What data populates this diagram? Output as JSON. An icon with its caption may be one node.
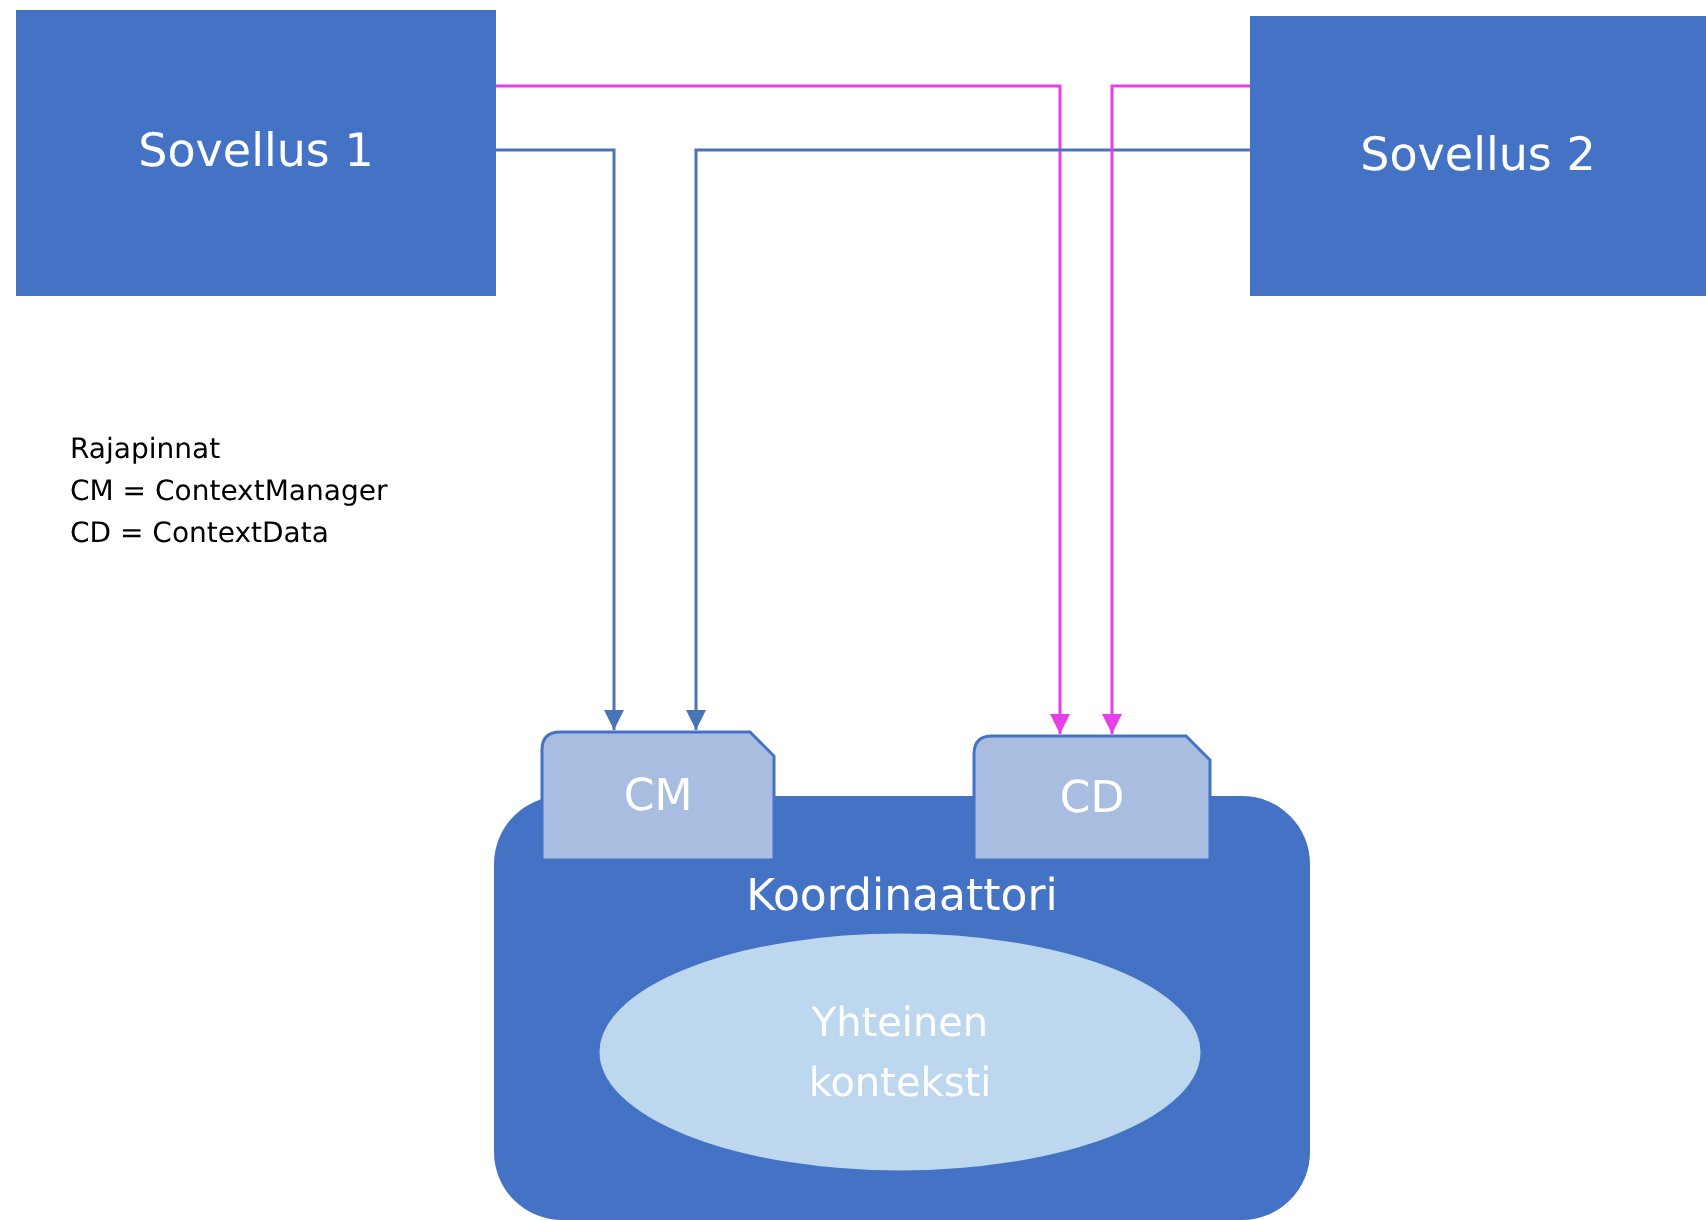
{
  "diagram": {
    "nodes": [
      {
        "text": [
          "Sovellus 1"
        ]
      },
      {
        "text": [
          "Sovellus 2"
        ]
      },
      {
        "text": [
          "CM"
        ]
      },
      {
        "text": [
          "CD"
        ]
      },
      {
        "text": [
          "Koordinaattori"
        ]
      },
      {
        "text": [
          "Yhteinen konteksti"
        ],
        "in": 4
      }
    ],
    "edges": [
      {
        "from": 0,
        "to": 3,
        "arrow": "to",
        "color": "#e83ee8"
      },
      {
        "from": 0,
        "to": 2,
        "arrow": "to",
        "color": "#4a74b8"
      },
      {
        "from": 1,
        "to": 2,
        "arrow": "to",
        "color": "#4a74b8"
      },
      {
        "from": 1,
        "to": 3,
        "arrow": "to",
        "color": "#e83ee8"
      }
    ],
    "labels": [
      "Rajapinnat",
      "CM = ContextManager",
      "CD = ContextData"
    ]
  }
}
